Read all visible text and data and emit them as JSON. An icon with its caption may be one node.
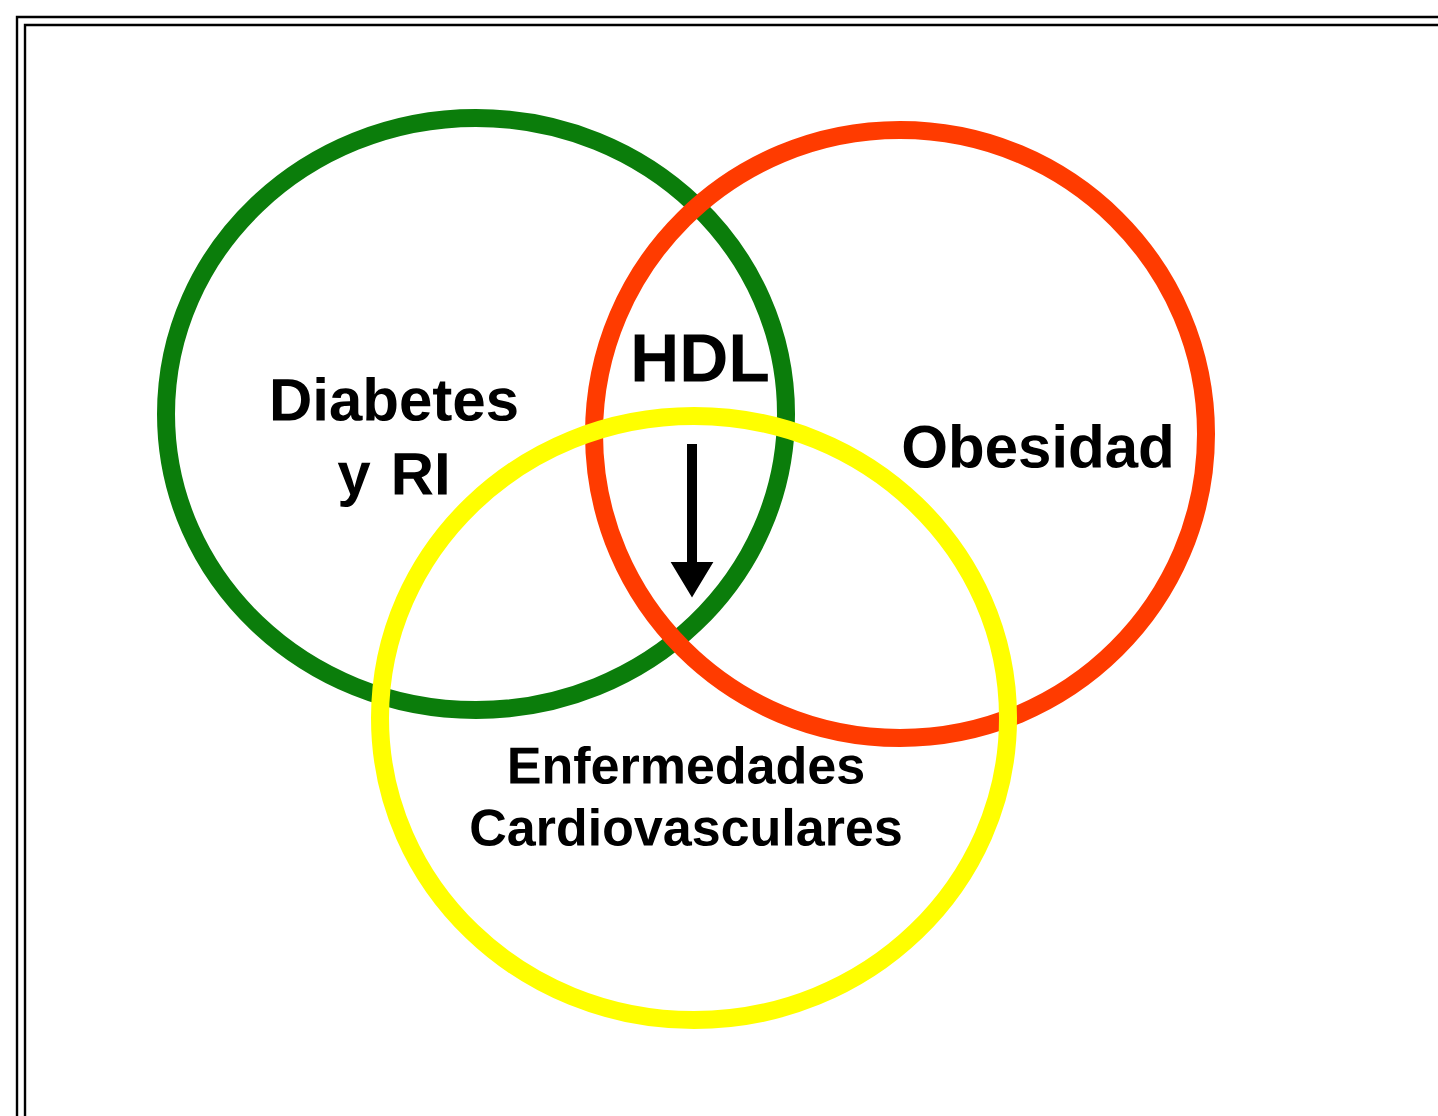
{
  "diagram": {
    "nodes": [
      {
        "text": [
          "Diabetes y RI"
        ]
      },
      {
        "text": [
          "Obesidad"
        ]
      },
      {
        "text": [
          "Enfermedades Cardiovasculares"
        ]
      }
    ],
    "labels": [
      "HDL"
    ]
  }
}
